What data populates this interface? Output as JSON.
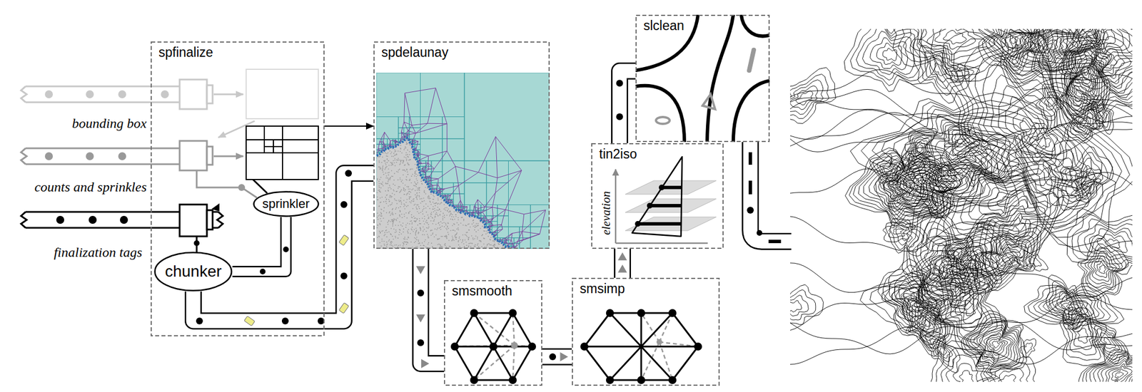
{
  "diagram": {
    "nodes": [
      {
        "text": [
          "spfinalize"
        ]
      },
      {
        "text": [
          "sprinkler"
        ],
        "in": 0
      },
      {
        "text": [
          "chunker"
        ],
        "in": 0
      },
      {
        "text": [
          "spdelaunay"
        ]
      },
      {
        "text": [
          "smsmooth"
        ]
      },
      {
        "text": [
          "smsimp"
        ]
      },
      {
        "text": [
          "tin2iso"
        ]
      },
      {
        "text": [
          "slclean"
        ]
      }
    ],
    "edges": [
      {
        "from": 1,
        "to": 2,
        "arrow": "none"
      },
      {
        "from": 2,
        "to": 3,
        "arrow": "none"
      },
      {
        "from": 0,
        "to": 3,
        "arrow": "to"
      },
      {
        "from": 3,
        "to": 4,
        "arrow": "none"
      },
      {
        "from": 4,
        "to": 5,
        "arrow": "none"
      },
      {
        "from": 5,
        "to": 6,
        "arrow": "none"
      },
      {
        "from": 6,
        "to": 7,
        "arrow": "none"
      }
    ],
    "labels": [
      "bounding box",
      "counts and sprinkles",
      "finalization tags",
      "elevation"
    ]
  }
}
